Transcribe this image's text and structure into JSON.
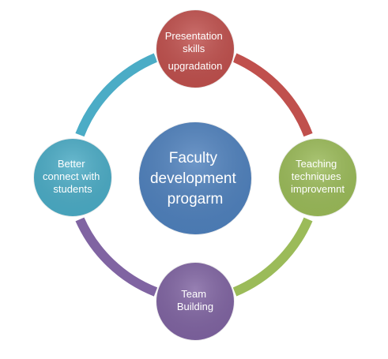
{
  "diagram": {
    "center": {
      "lines": [
        "Faculty",
        "development",
        "progarm"
      ],
      "color": "#4f81bd"
    },
    "nodes": [
      {
        "id": "presentation",
        "lines": [
          "Presentation",
          "skills",
          "upgradation"
        ],
        "color": "#c0504d"
      },
      {
        "id": "teaching",
        "lines": [
          "Teaching",
          "techniques",
          "improvemnt"
        ],
        "color": "#9bbb59"
      },
      {
        "id": "team",
        "lines": [
          "Team",
          "Building"
        ],
        "color": "#8064a2"
      },
      {
        "id": "students",
        "lines": [
          "Better",
          "connect with",
          "students"
        ],
        "color": "#4bacc6"
      }
    ],
    "arcs": [
      {
        "from": "presentation",
        "to": "teaching",
        "color": "#c0504d"
      },
      {
        "from": "teaching",
        "to": "team",
        "color": "#9bbb59"
      },
      {
        "from": "team",
        "to": "students",
        "color": "#8064a2"
      },
      {
        "from": "students",
        "to": "presentation",
        "color": "#4bacc6"
      }
    ]
  }
}
